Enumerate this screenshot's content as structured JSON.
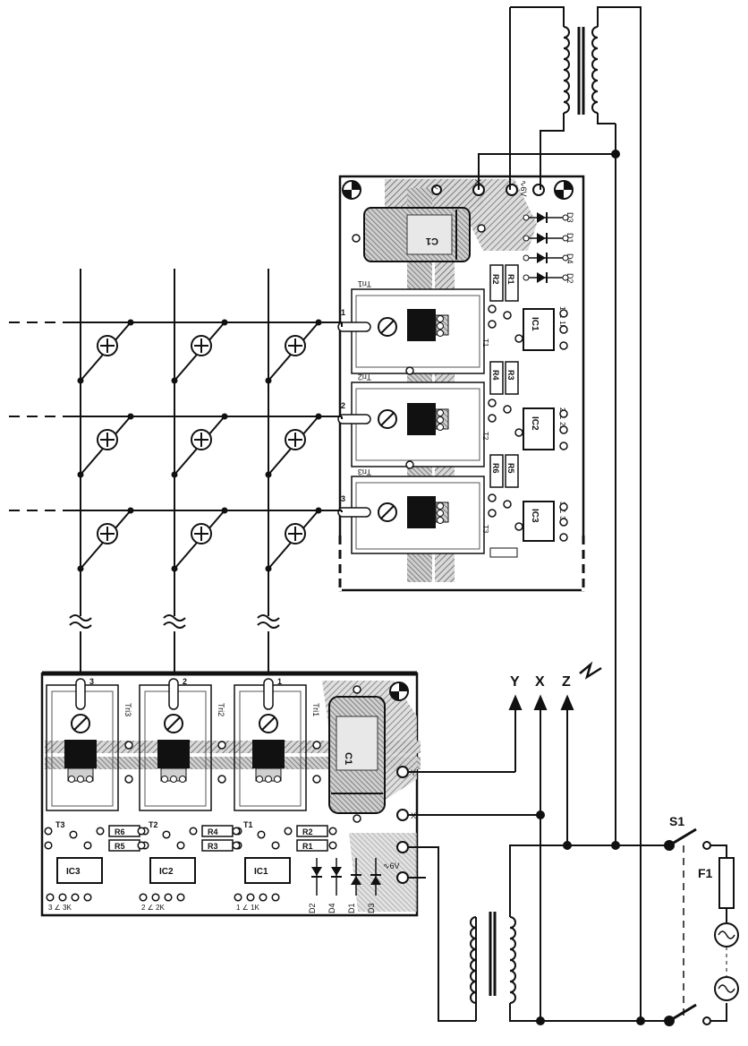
{
  "colors": {
    "ink": "#111111",
    "trace": "#7a7a7a",
    "paper": "#ffffff"
  },
  "top_board": {
    "terminals": {
      "y": "Y",
      "x": "X",
      "ac": "∿6V"
    },
    "capacitor": "C1",
    "diodes": [
      "D3",
      "D1",
      "D4",
      "D2"
    ],
    "channels": [
      {
        "triac": "Tri1",
        "pin": "1",
        "resistors": [
          "R2",
          "R1"
        ],
        "transistor": "T1",
        "ic": "IC1",
        "pin_labels": "1  ∠  1K"
      },
      {
        "triac": "Tri2",
        "pin": "2",
        "resistors": [
          "R4",
          "R3"
        ],
        "transistor": "T2",
        "ic": "IC2",
        "pin_labels": "2  ∠  2K"
      },
      {
        "triac": "Tri3",
        "pin": "3",
        "resistors": [
          "R6",
          "R5"
        ],
        "transistor": "T3",
        "ic": "IC3",
        "pin_labels": "3  ∠  3K"
      }
    ]
  },
  "bottom_board": {
    "terminals": {
      "y": "Y",
      "x": "X",
      "ac": "∿6V"
    },
    "capacitor": "C1",
    "diodes": [
      "D2",
      "D4",
      "D1",
      "D3"
    ],
    "channels": [
      {
        "triac": "Tri3",
        "pin": "3",
        "resistors": [
          "R6",
          "R5"
        ],
        "transistor": "T3",
        "ic": "IC3",
        "pin_labels": "3  ∠  3K"
      },
      {
        "triac": "Tri2",
        "pin": "2",
        "resistors": [
          "R4",
          "R3"
        ],
        "transistor": "T2",
        "ic": "IC2",
        "pin_labels": "2  ∠  2K"
      },
      {
        "triac": "Tri1",
        "pin": "1",
        "resistors": [
          "R2",
          "R1"
        ],
        "transistor": "T1",
        "ic": "IC1",
        "pin_labels": "1  ∠  1K"
      }
    ]
  },
  "bus": {
    "y": "Y",
    "x": "X",
    "z": "Z"
  },
  "mains": {
    "switch": "S1",
    "fuse": "F1"
  }
}
